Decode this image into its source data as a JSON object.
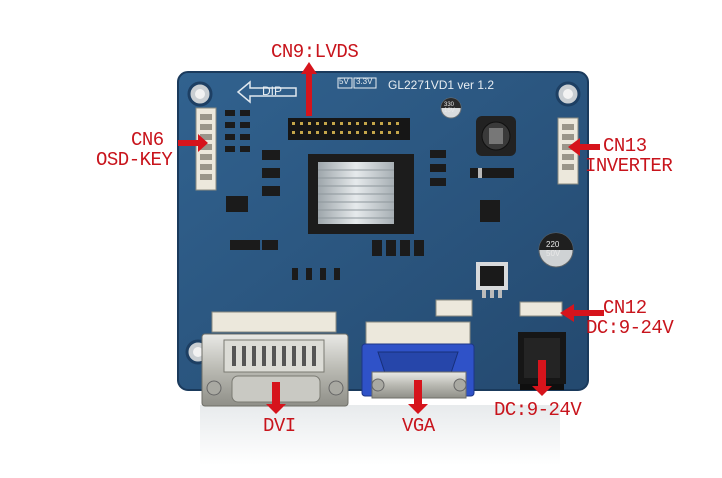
{
  "board": {
    "model_silk": "GL2271VD1 ver 1.2",
    "dip_silk": "DIP",
    "volt_silk_5v": "5V",
    "volt_silk_33v": "3.3V",
    "cap_small": "330\n16V",
    "cap_large": "220\n50V",
    "colors": {
      "pcb": "#2d5a86",
      "pcb_dark": "#1f4166",
      "label_red": "#c8141c",
      "vga_blue": "#2f52c8"
    }
  },
  "labels": {
    "cn9": "CN9:LVDS",
    "cn6_line1": "CN6",
    "cn6_line2": "OSD-KEY",
    "cn13_line1": "CN13",
    "cn13_line2": "INVERTER",
    "cn12_line1": "CN12",
    "cn12_line2": "DC:9-24V",
    "dvi": "DVI",
    "vga": "VGA",
    "dc": "DC:9-24V"
  }
}
